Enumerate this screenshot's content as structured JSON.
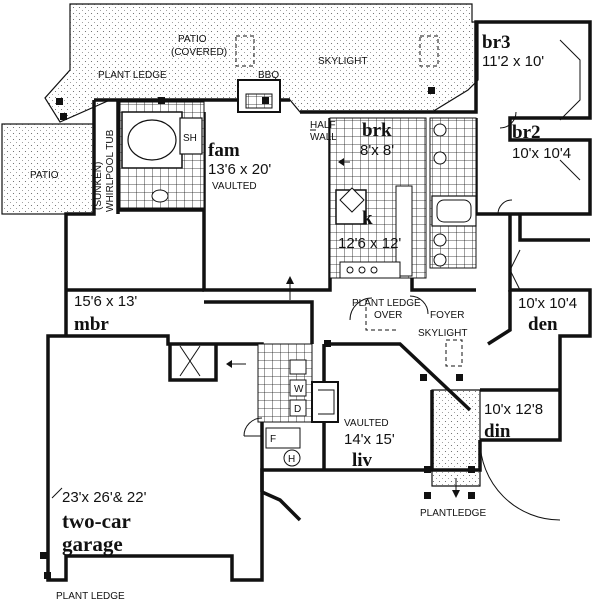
{
  "rooms": {
    "br3": {
      "name": "br3",
      "dim": "11'2 x 10'"
    },
    "br2": {
      "name": "br2",
      "dim": "10'x 10'4"
    },
    "den": {
      "name": "den",
      "dim": "10'x 10'4"
    },
    "din": {
      "name": "din",
      "dim": "10'x 12'8"
    },
    "fam": {
      "name": "fam",
      "dim": "13'6 x 20'",
      "note": "VAULTED"
    },
    "brk": {
      "name": "brk",
      "dim": "8'x 8'"
    },
    "kitchen": {
      "name": "k",
      "dim": "12'6 x 12'"
    },
    "mbr": {
      "name": "mbr",
      "dim": "15'6 x 13'"
    },
    "liv": {
      "name": "liv",
      "dim": "14'x 15'",
      "note": "VAULTED"
    },
    "garage": {
      "name_line1": "two-car",
      "name_line2": "garage",
      "dim": "23'x 26'& 22'"
    }
  },
  "labels": {
    "patio_covered_1": "PATIO",
    "patio_covered_2": "(COVERED)",
    "skylight_top": "SKYLIGHT",
    "plant_ledge_top": "PLANT LEDGE",
    "bbq": "BBQ",
    "half_wall_1": "HALF",
    "half_wall_2": "WALL",
    "patio_left": "PATIO",
    "whirlpool_1": "(SUNKEN)",
    "whirlpool_2": "WHIRLPOOL TUB",
    "sh": "SH",
    "plant_ledge_over_1": "PLANT LEDGE",
    "plant_ledge_over_2": "OVER",
    "foyer": "FOYER",
    "skylight_foyer": "SKYLIGHT",
    "plant_ledge_bottom_right": "PLANTLEDGE",
    "plant_ledge_bottom_left": "PLANT LEDGE",
    "washer": "W",
    "dryer": "D",
    "furnace": "F",
    "water_heater": "H"
  },
  "colors": {
    "ink": "#111111",
    "paper": "#ffffff"
  }
}
